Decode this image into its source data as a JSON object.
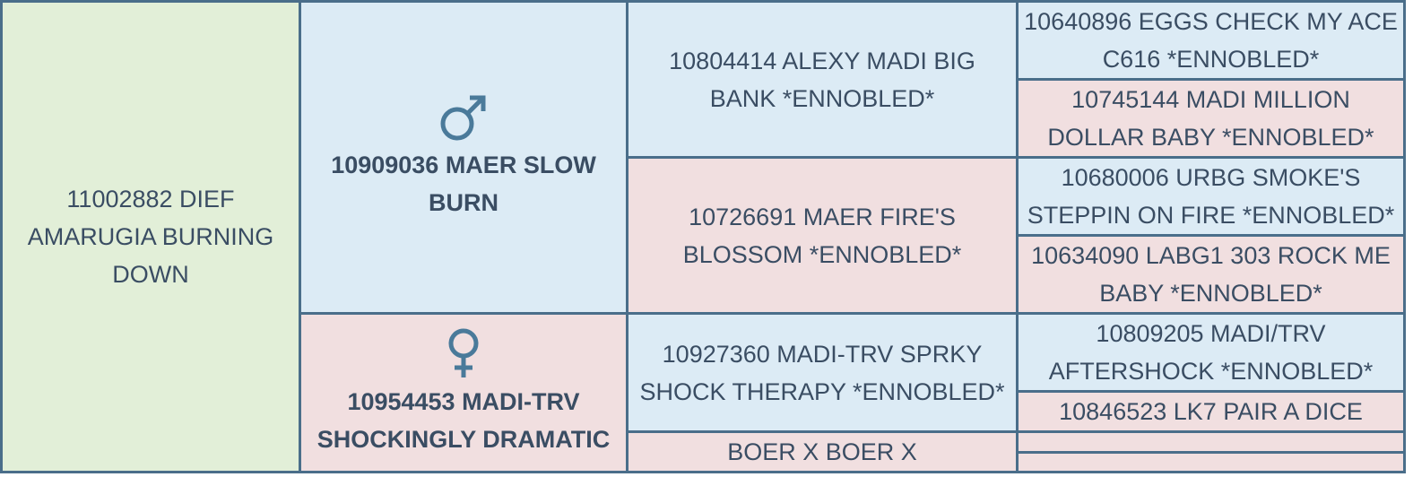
{
  "subject": "11002882 DIEF AMARUGIA BURNING DOWN",
  "sire": {
    "name": "10909036 MAER SLOW BURN",
    "icon": "male-symbol-icon"
  },
  "dam": {
    "name": "10954453 MADI-TRV SHOCKINGLY DRAMATIC",
    "icon": "female-symbol-icon"
  },
  "grandparents": {
    "sire_sire": "10804414 ALEXY MADI BIG BANK *ENNOBLED*",
    "sire_dam": "10726691 MAER FIRE'S BLOSSOM *ENNOBLED*",
    "dam_sire": "10927360 MADI-TRV SPRKY SHOCK THERAPY *ENNOBLED*",
    "dam_dam": "BOER X BOER X"
  },
  "great_grandparents": {
    "ss_sire": "10640896 EGGS CHECK MY ACE C616 *ENNOBLED*",
    "ss_dam": "10745144 MADI MILLION DOLLAR BABY *ENNOBLED*",
    "sd_sire": "10680006 URBG SMOKE'S STEPPIN ON FIRE *ENNOBLED*",
    "sd_dam": "10634090 LABG1 303 ROCK ME BABY *ENNOBLED*",
    "ds_sire": "10809205 MADI/TRV AFTERSHOCK *ENNOBLED*",
    "ds_dam": "10846523 LK7 PAIR A DICE",
    "dd_sire": "",
    "dd_dam": ""
  },
  "colors": {
    "subject_bg": "#e2efd8",
    "male_bg": "#dcebf5",
    "female_bg": "#f1dfe0",
    "border": "#4a6e8a",
    "text": "#3a4d63",
    "icon": "#4a7a9a"
  }
}
